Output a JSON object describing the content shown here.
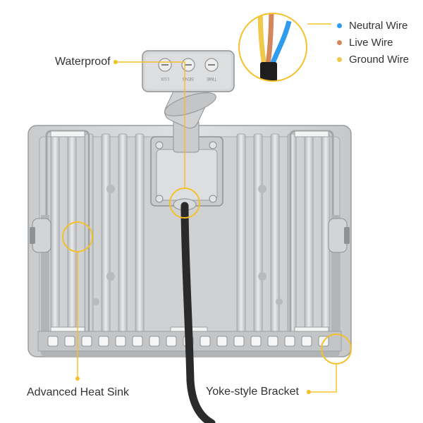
{
  "callouts": {
    "waterproof": "Waterproof",
    "heat_sink": "Advanced Heat Sink",
    "bracket": "Yoke-style Bracket"
  },
  "legend": [
    {
      "label": "Neutral Wire",
      "color": "#2f9cf0"
    },
    {
      "label": "Live Wire",
      "color": "#d4875a"
    },
    {
      "label": "Ground Wire",
      "color": "#f0c84a"
    }
  ],
  "sensor_knobs": [
    "LUX",
    "SENS",
    "TIME"
  ],
  "accent_color": "#f5c02a",
  "icon": "floodlight-product-diagram"
}
